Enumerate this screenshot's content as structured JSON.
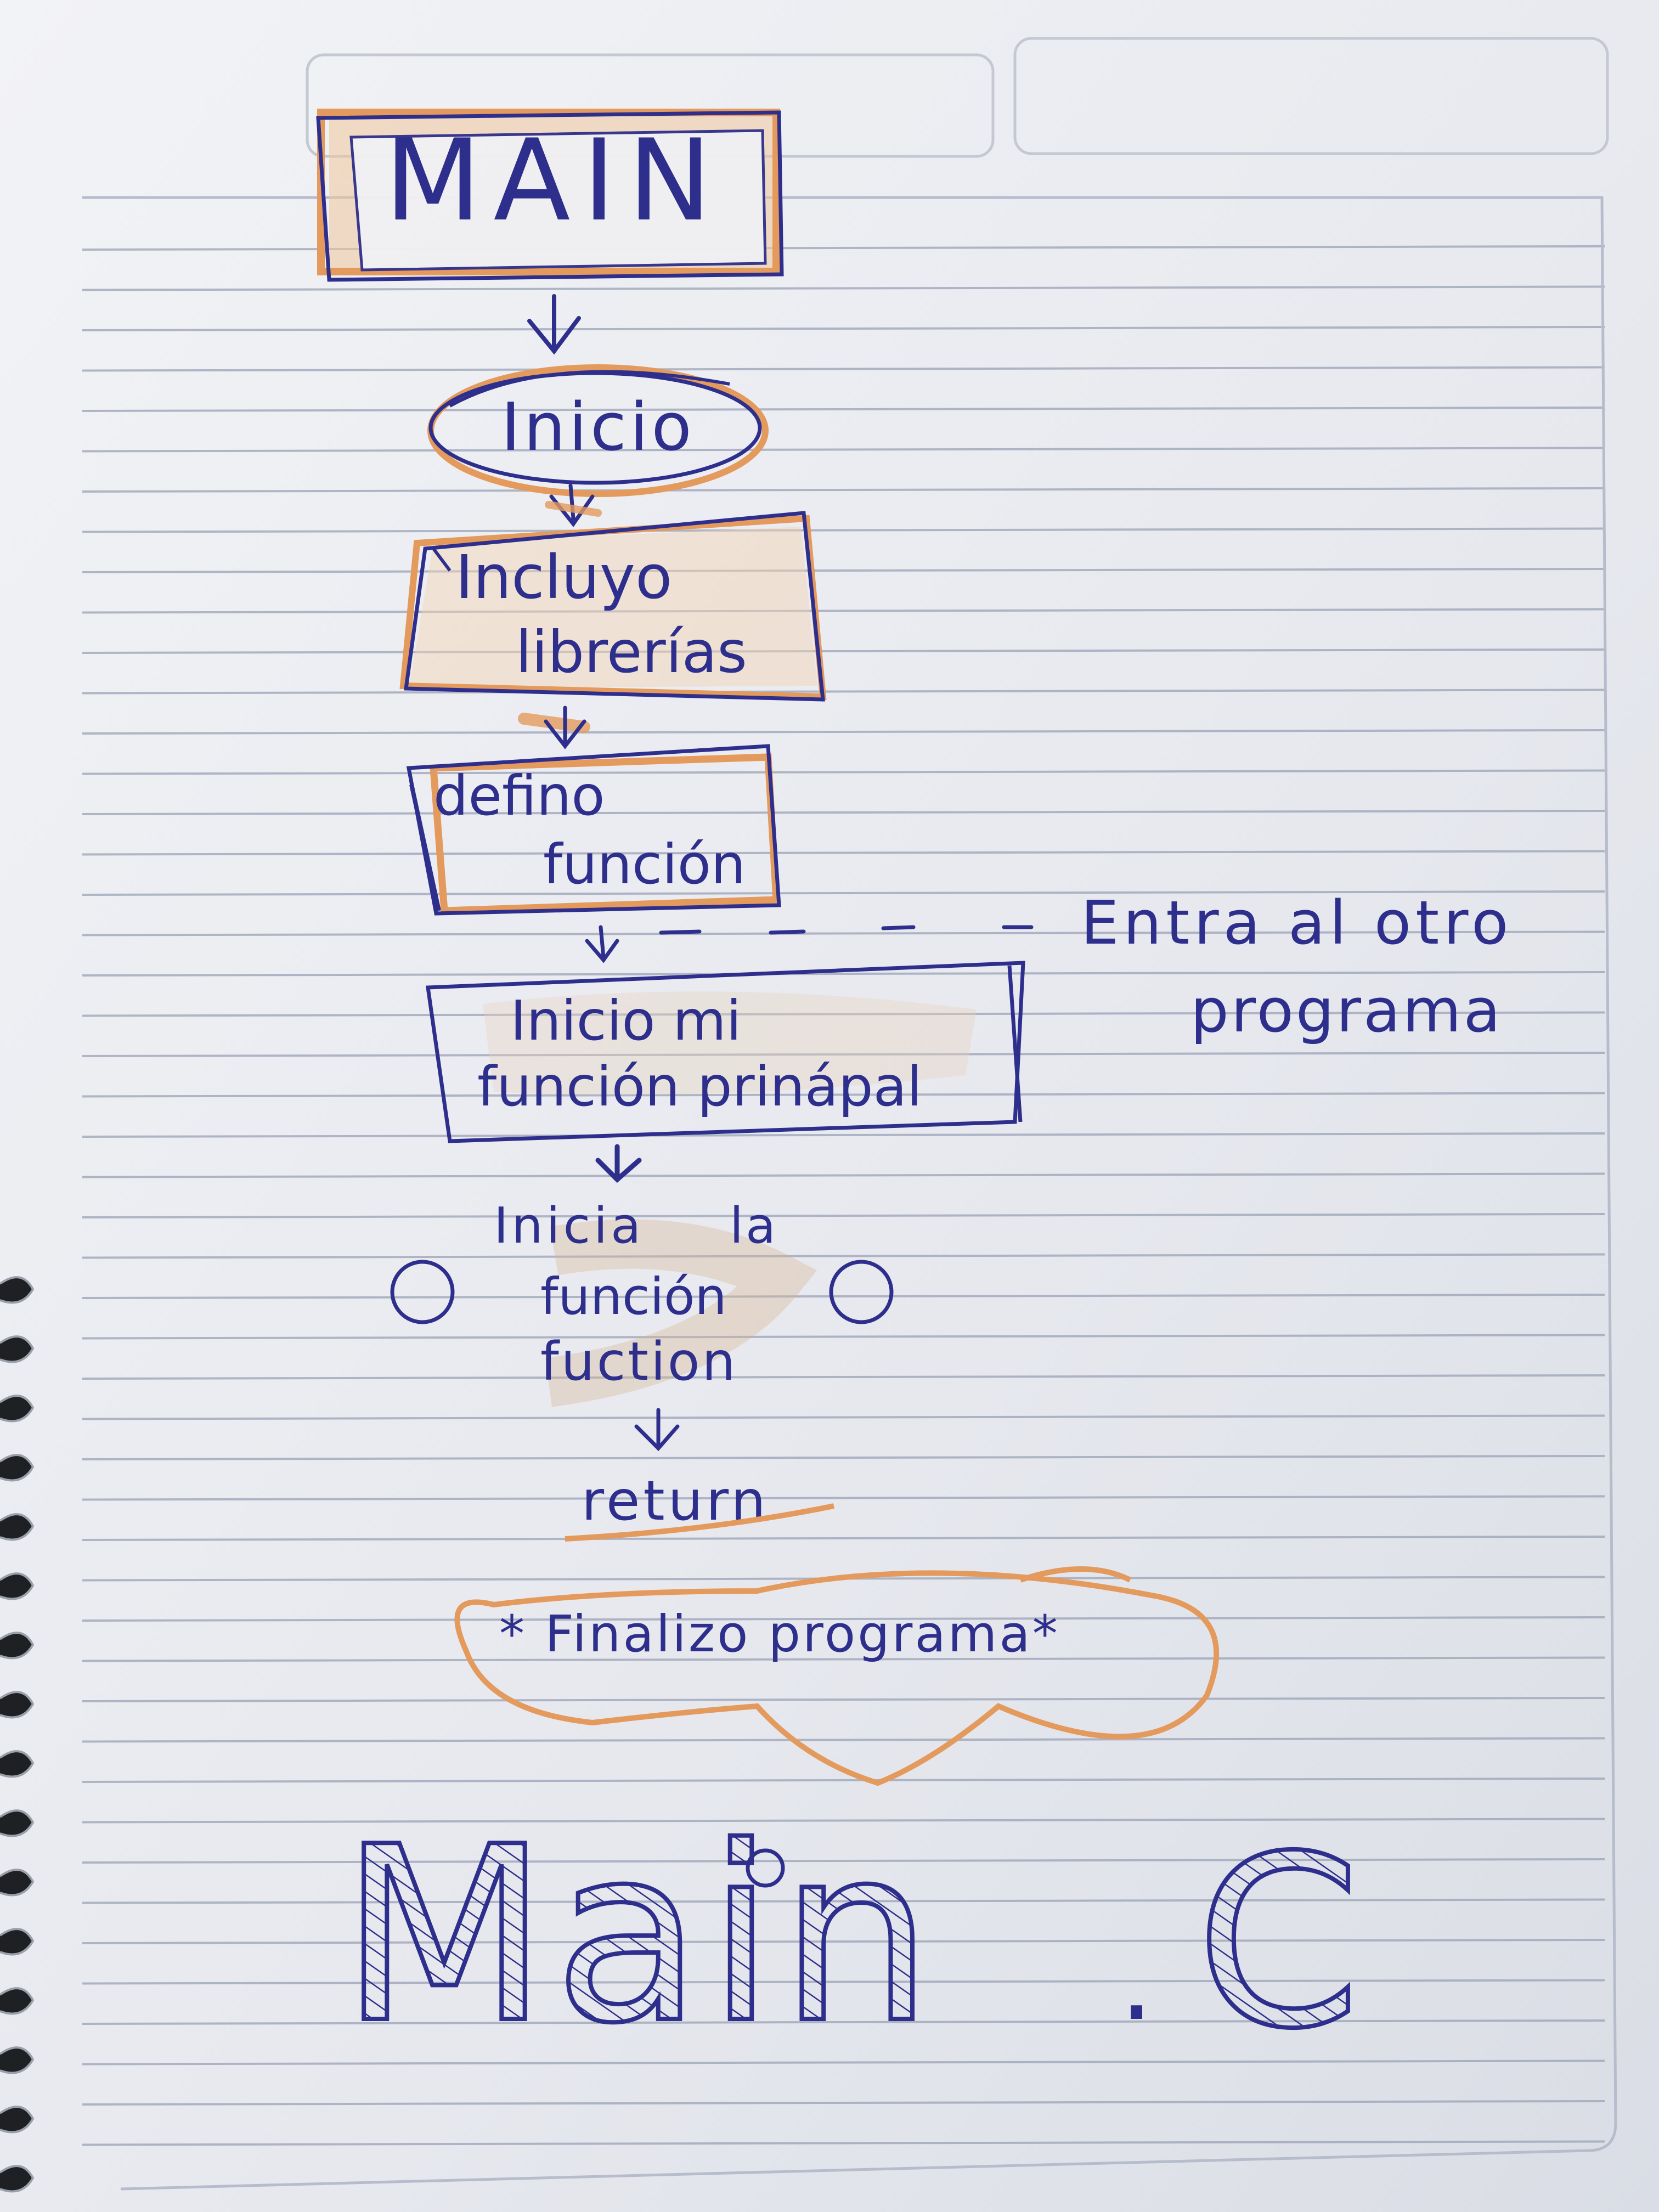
{
  "colors": {
    "paper": "#eceef2",
    "ink": "#2e2f8c",
    "highlight": "#e9a46a",
    "rule": "#9aa2b6"
  },
  "diagram": {
    "title": "MAIN",
    "nodes": {
      "inicio": "Inicio",
      "incluyo": [
        "Incluyo",
        "librerías"
      ],
      "defino": [
        "defino",
        "función"
      ],
      "inicio_mi": [
        "Inicio mi",
        "función prinápal"
      ],
      "inicia": [
        "Inicia",
        "la",
        "función",
        "fuction"
      ],
      "return": "return",
      "finalizo": "* Finalizo programa*"
    },
    "side_note": [
      "Entra al otro",
      "programa"
    ],
    "footer": [
      "Main",
      ".",
      "C"
    ]
  }
}
